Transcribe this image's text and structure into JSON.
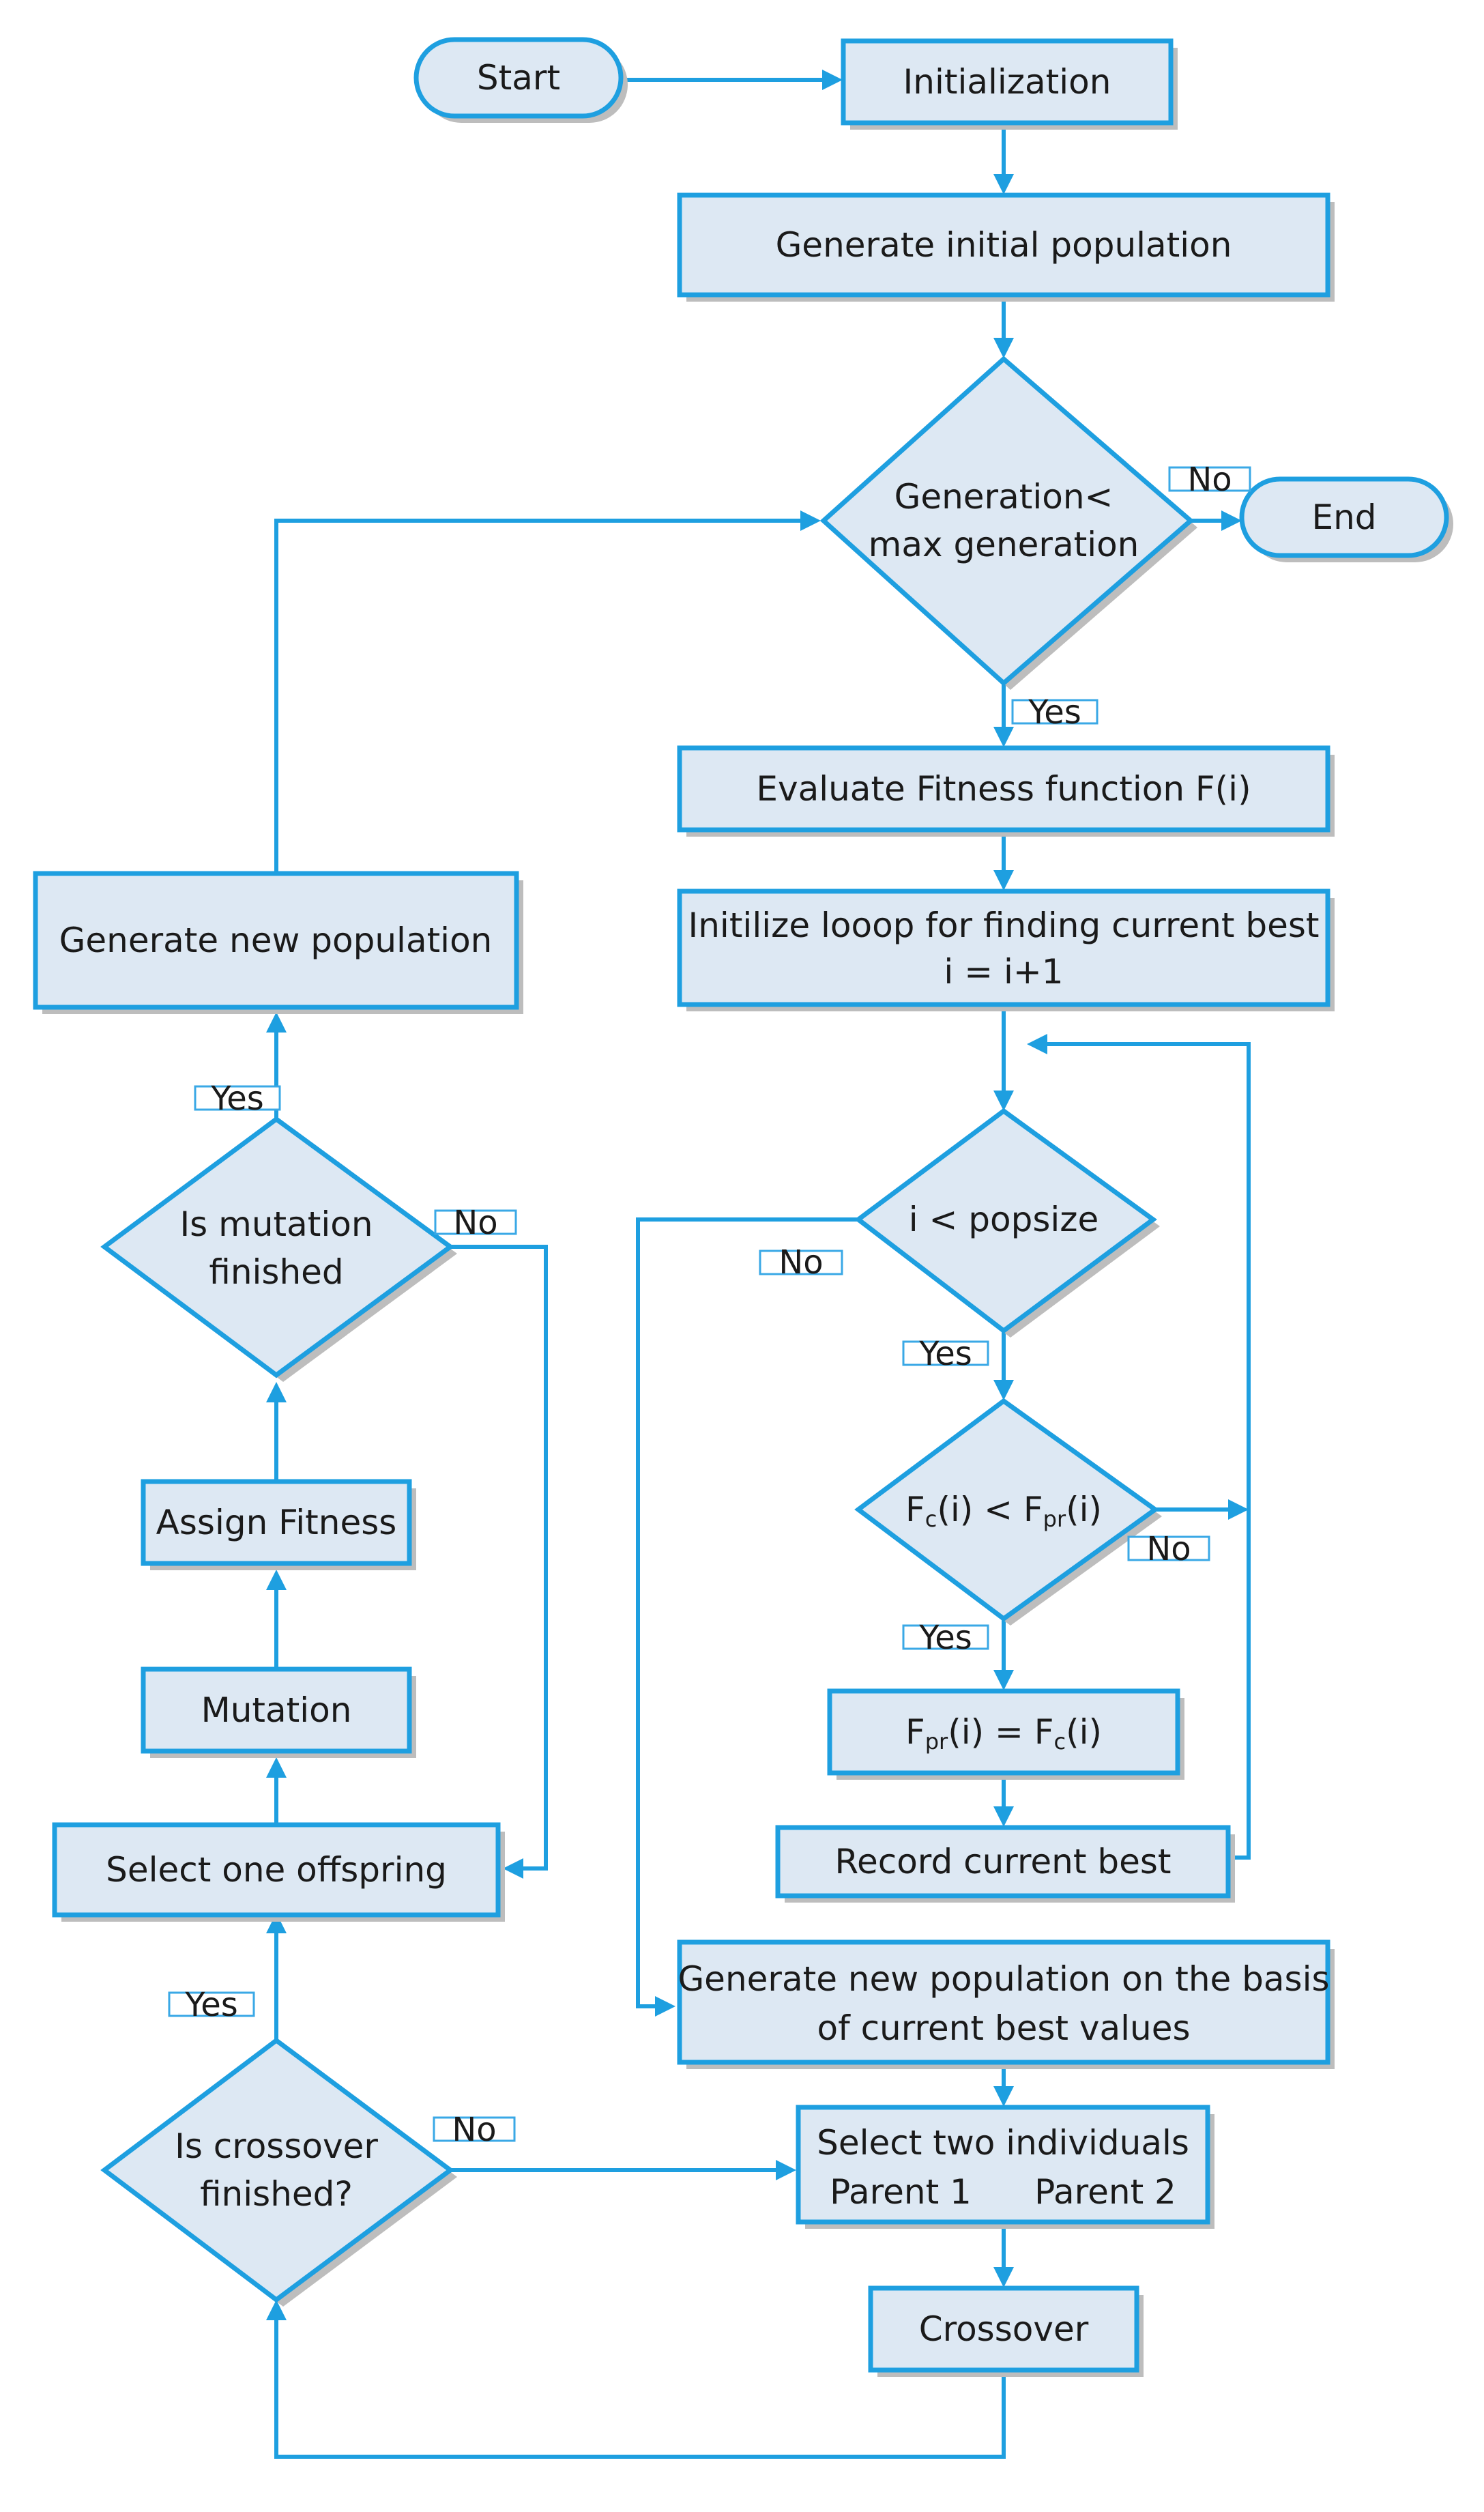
{
  "colors": {
    "stroke": "#1e9fe0",
    "fill": "#dde8f3",
    "shadow": "#bdbdbd",
    "text": "#1a1a1a"
  },
  "nodes": {
    "start": "Start",
    "init": "Initialization",
    "geninit": "Generate initial population",
    "gen_line1": "Generation<",
    "gen_line2": "max generation",
    "end": "End",
    "eval": "Evaluate Fitness function F(i)",
    "loop_line1": "Initilize looop for finding current best",
    "loop_line2": "i = i+1",
    "popsize": "i < popsize",
    "cmp_f1": "F",
    "cmp_s1": "c",
    "cmp_m": "(i) < F",
    "cmp_s2": "pr",
    "cmp_e": "(i)",
    "asg_f1": "F",
    "asg_s1": "pr",
    "asg_m": "(i) = F",
    "asg_s2": "c",
    "asg_e": "(i)",
    "record": "Record current best",
    "genbasis_line1": "Generate new population on the basis",
    "genbasis_line2": "of current best values",
    "select2_line1": "Select two individuals",
    "select2_p1": "Parent 1",
    "select2_p2": "Parent 2",
    "crossover": "Crossover",
    "cross_q_line1": "Is crossover",
    "cross_q_line2": "finished?",
    "select1": "Select one offspring",
    "mutation": "Mutation",
    "assign": "Assign Fitness",
    "mut_q_line1": "Is mutation",
    "mut_q_line2": "finished",
    "gennew": "Generate new population"
  },
  "edge_labels": {
    "gen_no": "No",
    "gen_yes": "Yes",
    "pop_no": "No",
    "pop_yes": "Yes",
    "cmp_no": "No",
    "cmp_yes": "Yes",
    "cross_no": "No",
    "cross_yes": "Yes",
    "mut_no": "No",
    "mut_yes": "Yes"
  }
}
